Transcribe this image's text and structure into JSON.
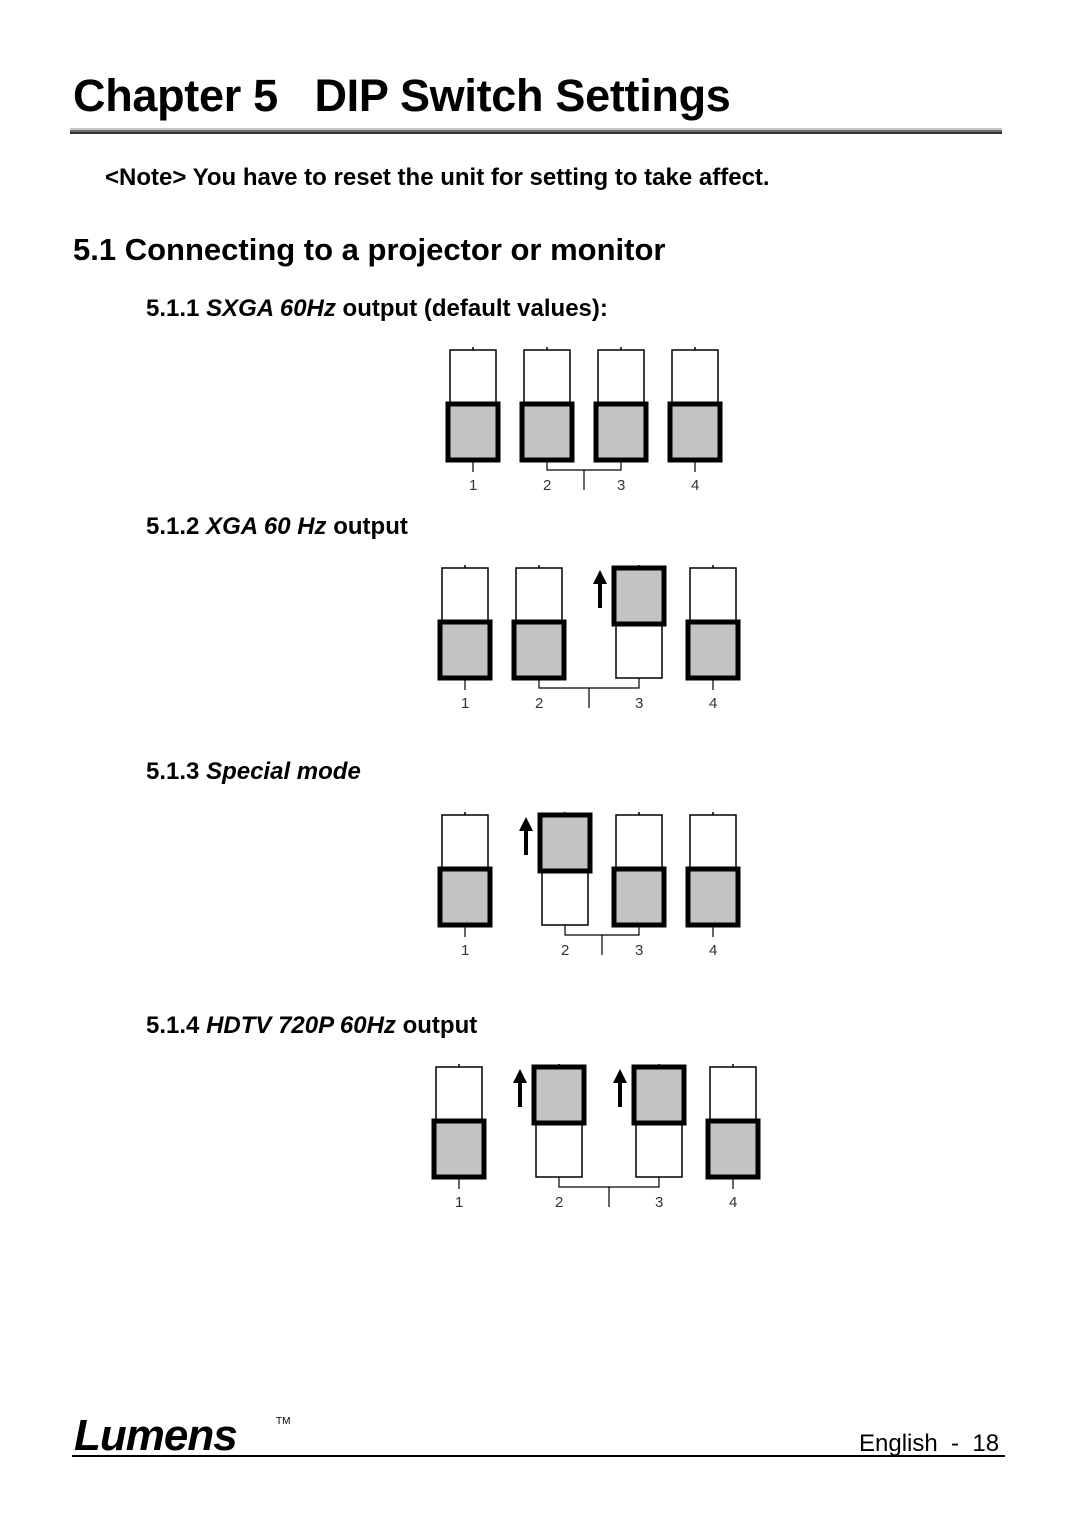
{
  "header": {
    "chapter_title": "Chapter 5   DIP Switch Settings",
    "note": "<Note> You have to reset the unit for setting to take affect."
  },
  "section": {
    "title": "5.1 Connecting to a projector or monitor"
  },
  "subsections": [
    {
      "number": "5.1.1",
      "name": "SXGA 60Hz",
      "suffix": " output (default values):",
      "switches": [
        "down",
        "down",
        "down",
        "down"
      ],
      "labels": [
        "1",
        "2",
        "3",
        "4"
      ]
    },
    {
      "number": "5.1.2",
      "name": "XGA 60 Hz",
      "suffix": " output",
      "switches": [
        "down",
        "down",
        "up",
        "down"
      ],
      "labels": [
        "1",
        "2",
        "3",
        "4"
      ]
    },
    {
      "number": "5.1.3",
      "name": "Special mode",
      "suffix": "",
      "switches": [
        "down",
        "up",
        "down",
        "down"
      ],
      "labels": [
        "1",
        "2",
        "3",
        "4"
      ]
    },
    {
      "number": "5.1.4",
      "name": "HDTV 720P 60Hz",
      "suffix": " output",
      "switches": [
        "down",
        "up",
        "up",
        "down"
      ],
      "labels": [
        "1",
        "2",
        "3",
        "4"
      ]
    }
  ],
  "footer": {
    "logo_text": "Lumens",
    "trademark": "TM",
    "page_label": "English  -  18"
  },
  "colors": {
    "switch_fill": "#c3c3c3",
    "ink": "#000000",
    "rule_gray": "#6a6a6a"
  }
}
